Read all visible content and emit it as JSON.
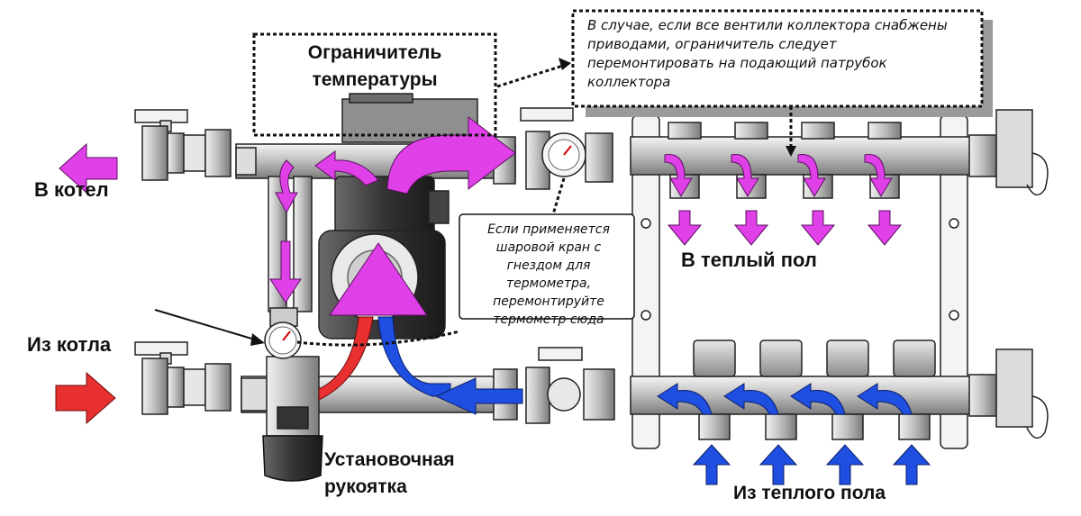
{
  "labels": {
    "to_boiler": "В котел",
    "from_boiler": "Из котла",
    "temp_limiter": "Ограничитель температуры",
    "adjust_handle": "Установочная рукоятка",
    "to_floor": "В теплый пол",
    "from_floor": "Из теплого пола"
  },
  "notes": {
    "actuators": "В случае, если все вентили коллектора снабжены приводами, ограничитель следует перемонтировать на подающий патрубок коллектора",
    "thermometer": "Если применяется шаровой кран с гнездом для термометра, перемонтируйте термометр сюда"
  },
  "colors": {
    "supply_arrow": "#e040e8",
    "return_arrow": "#1f4fe0",
    "inlet_arrow": "#e83030",
    "metal": "#c9c9c9",
    "outline": "#222222"
  }
}
